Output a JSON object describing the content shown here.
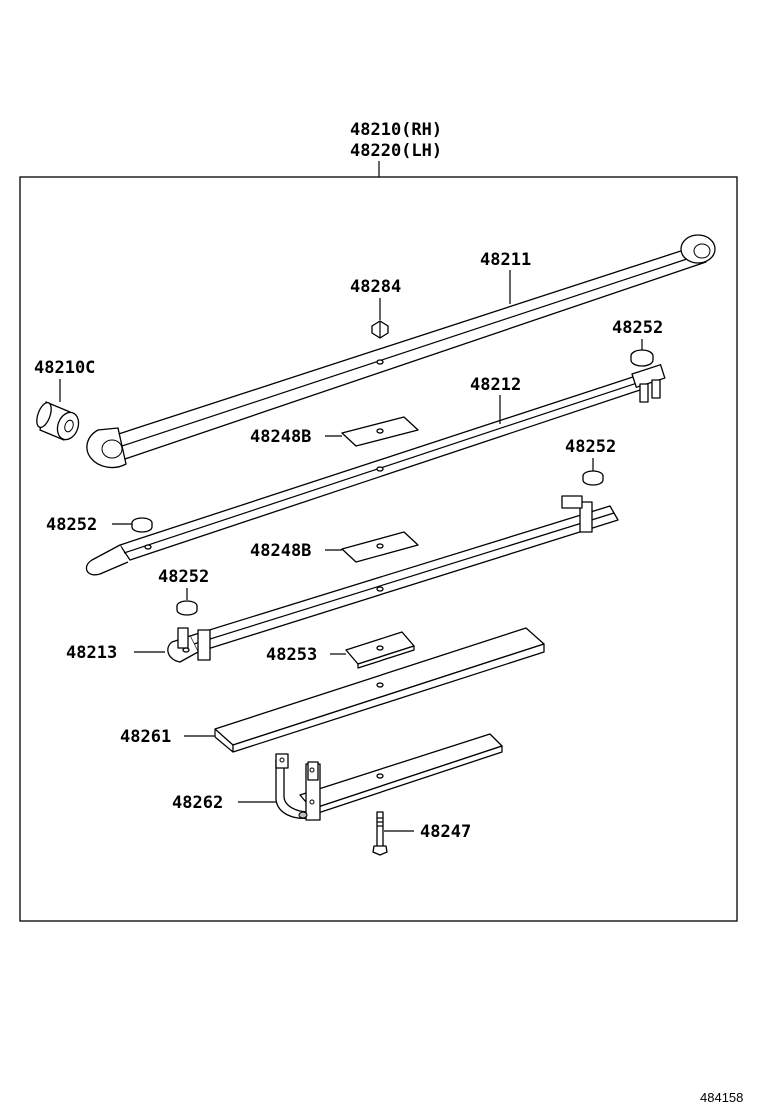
{
  "assembly": {
    "label_rh": "48210(RH)",
    "label_lh": "48220(LH)"
  },
  "parts": {
    "bushing": "48210C",
    "leaf_main": "48211",
    "nut": "48284",
    "leaf_second": "48212",
    "leaf_third": "48213",
    "clip_upper_right": "48252",
    "clip_upper_left": "48252",
    "clip_lower_right": "48252",
    "clip_lower_left": "48252",
    "liner_upper": "48248B",
    "liner_lower": "48248B",
    "pad": "48253",
    "leaf_block": "48261",
    "leaf_bottom": "48262",
    "bolt": "48247"
  },
  "footer": {
    "diagram_id": "484158"
  }
}
